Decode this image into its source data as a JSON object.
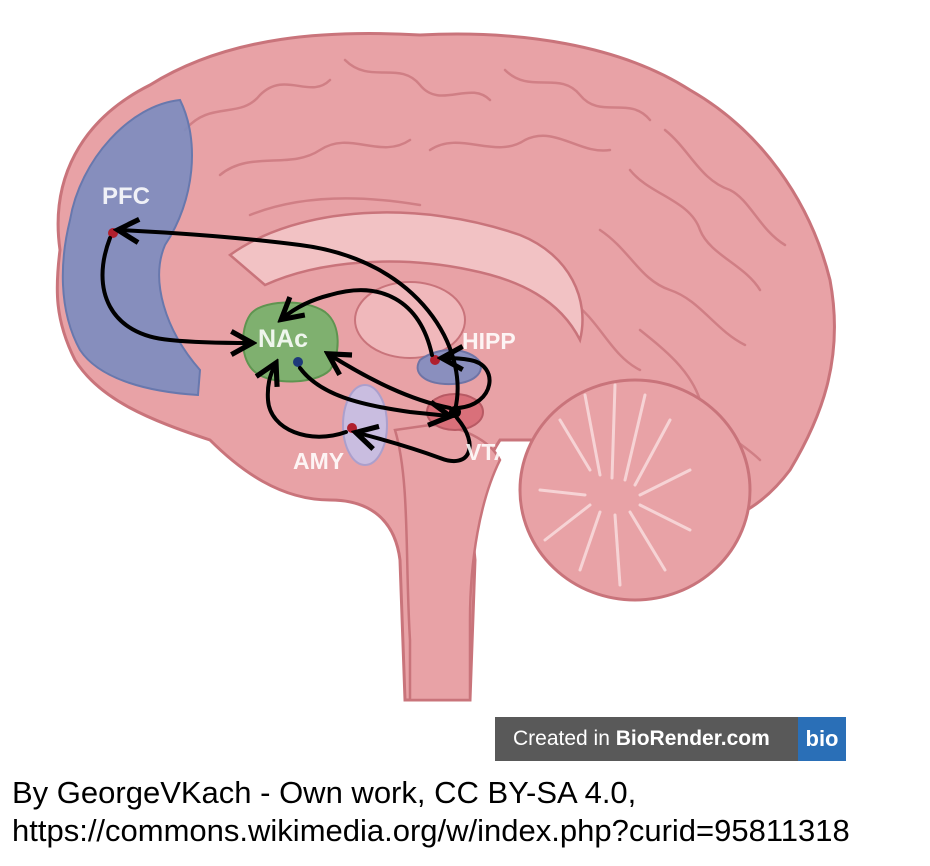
{
  "diagram": {
    "regions": [
      {
        "id": "pfc",
        "label": "PFC",
        "color": "#7d8cbf"
      },
      {
        "id": "nac",
        "label": "NAc",
        "color": "#7fb06f"
      },
      {
        "id": "hipp",
        "label": "HIPP",
        "color": "#8a8fbe"
      },
      {
        "id": "amy",
        "label": "AMY",
        "color": "#c9bde0"
      },
      {
        "id": "vta",
        "label": "VTA",
        "color": "#d9707a"
      }
    ],
    "connections": [
      {
        "from": "VTA",
        "to": "PFC"
      },
      {
        "from": "PFC",
        "to": "NAc"
      },
      {
        "from": "HIPP",
        "to": "NAc"
      },
      {
        "from": "VTA",
        "to": "NAc"
      },
      {
        "from": "AMY",
        "to": "NAc"
      },
      {
        "from": "NAc",
        "to": "VTA"
      },
      {
        "from": "VTA",
        "to": "AMY"
      },
      {
        "from": "VTA",
        "to": "HIPP"
      }
    ],
    "colors": {
      "brain": "#e8a2a6",
      "brain_outline": "#c9747b",
      "arrow": "#000000"
    }
  },
  "badge": {
    "prefix": "Created in ",
    "brand": "BioRender.com",
    "logo": "bio"
  },
  "caption": {
    "line1": "By GeorgeVKach - Own work, CC BY-SA 4.0,",
    "line2": "https://commons.wikimedia.org/w/index.php?curid=95811318"
  }
}
